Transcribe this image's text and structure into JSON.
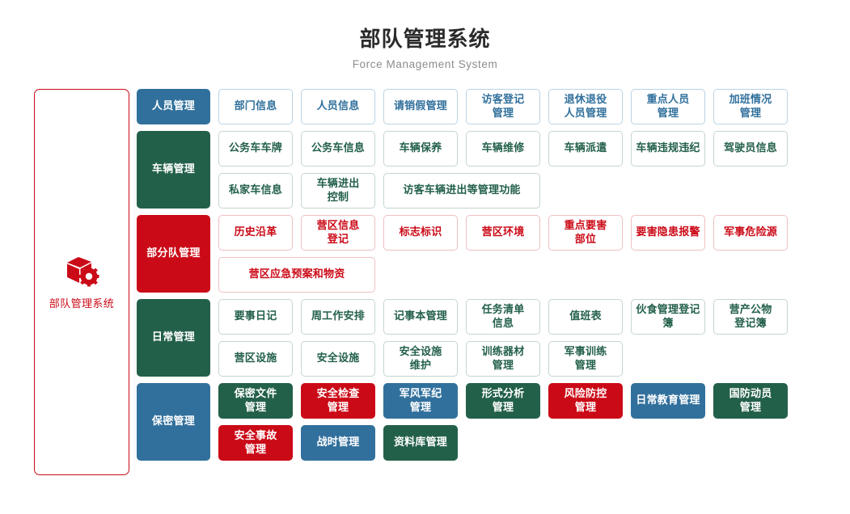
{
  "header": {
    "title": "部队管理系统",
    "subtitle": "Force Management System"
  },
  "sidebar": {
    "logo_icon": "box-gear-icon",
    "label": "部队管理系统",
    "accent_color": "#cb0a17"
  },
  "colors": {
    "blue": "#31709c",
    "green": "#23604a",
    "red": "#cb0a17",
    "blue_border": "#b9d3e4",
    "green_border": "#c3d6cf",
    "red_border": "#f0bfc3",
    "title": "#2b2b2b",
    "subtitle": "#8c8c8c"
  },
  "categories": [
    {
      "name": "人员管理",
      "style": "blue",
      "rows": [
        [
          {
            "label": "部门信息",
            "style": "out-blue",
            "wide": false
          },
          {
            "label": "人员信息",
            "style": "out-blue",
            "wide": false
          },
          {
            "label": "请销假管理",
            "style": "out-blue",
            "wide": false
          },
          {
            "label": "访客登记\n管理",
            "style": "out-blue",
            "wide": false
          },
          {
            "label": "退休退役\n人员管理",
            "style": "out-blue",
            "wide": false
          },
          {
            "label": "重点人员\n管理",
            "style": "out-blue",
            "wide": false
          },
          {
            "label": "加班情况\n管理",
            "style": "out-blue",
            "wide": false
          }
        ]
      ]
    },
    {
      "name": "车辆管理",
      "style": "green",
      "rows": [
        [
          {
            "label": "公务车车牌",
            "style": "out-green",
            "wide": false
          },
          {
            "label": "公务车信息",
            "style": "out-green",
            "wide": false
          },
          {
            "label": "车辆保养",
            "style": "out-green",
            "wide": false
          },
          {
            "label": "车辆维修",
            "style": "out-green",
            "wide": false
          },
          {
            "label": "车辆派遣",
            "style": "out-green",
            "wide": false
          },
          {
            "label": "车辆违规违纪",
            "style": "out-green",
            "wide": false
          },
          {
            "label": "驾驶员信息",
            "style": "out-green",
            "wide": false
          }
        ],
        [
          {
            "label": "私家车信息",
            "style": "out-green",
            "wide": false
          },
          {
            "label": "车辆进出\n控制",
            "style": "out-green",
            "wide": false
          },
          {
            "label": "访客车辆进出等管理功能",
            "style": "out-green",
            "wide": true
          }
        ]
      ]
    },
    {
      "name": "部分队管理",
      "style": "red",
      "rows": [
        [
          {
            "label": "历史沿革",
            "style": "out-red",
            "wide": false
          },
          {
            "label": "营区信息\n登记",
            "style": "out-red",
            "wide": false
          },
          {
            "label": "标志标识",
            "style": "out-red",
            "wide": false
          },
          {
            "label": "营区环境",
            "style": "out-red",
            "wide": false
          },
          {
            "label": "重点要害\n部位",
            "style": "out-red",
            "wide": false
          },
          {
            "label": "要害隐患报警",
            "style": "out-red",
            "wide": false
          },
          {
            "label": "军事危险源",
            "style": "out-red",
            "wide": false
          }
        ],
        [
          {
            "label": "营区应急预案和物资",
            "style": "out-red",
            "wide": true
          }
        ]
      ]
    },
    {
      "name": "日常管理",
      "style": "green",
      "rows": [
        [
          {
            "label": "要事日记",
            "style": "out-green",
            "wide": false
          },
          {
            "label": "周工作安排",
            "style": "out-green",
            "wide": false
          },
          {
            "label": "记事本管理",
            "style": "out-green",
            "wide": false
          },
          {
            "label": "任务清单\n信息",
            "style": "out-green",
            "wide": false
          },
          {
            "label": "值班表",
            "style": "out-green",
            "wide": false
          },
          {
            "label": "伙食管理登记簿",
            "style": "out-green",
            "wide": false
          },
          {
            "label": "营产公物\n登记簿",
            "style": "out-green",
            "wide": false
          }
        ],
        [
          {
            "label": "营区设施",
            "style": "out-green",
            "wide": false
          },
          {
            "label": "安全设施",
            "style": "out-green",
            "wide": false
          },
          {
            "label": "安全设施\n维护",
            "style": "out-green",
            "wide": false
          },
          {
            "label": "训练器材\n管理",
            "style": "out-green",
            "wide": false
          },
          {
            "label": "军事训练\n管理",
            "style": "out-green",
            "wide": false
          }
        ]
      ]
    },
    {
      "name": "保密管理",
      "style": "blue",
      "rows": [
        [
          {
            "label": "保密文件\n管理",
            "style": "fill-green",
            "wide": false
          },
          {
            "label": "安全检查\n管理",
            "style": "fill-red",
            "wide": false
          },
          {
            "label": "军风军纪\n管理",
            "style": "fill-blue",
            "wide": false
          },
          {
            "label": "形式分析\n管理",
            "style": "fill-green",
            "wide": false
          },
          {
            "label": "风险防控\n管理",
            "style": "fill-red",
            "wide": false
          },
          {
            "label": "日常教育管理",
            "style": "fill-blue",
            "wide": false
          },
          {
            "label": "国防动员\n管理",
            "style": "fill-green",
            "wide": false
          }
        ],
        [
          {
            "label": "安全事故\n管理",
            "style": "fill-red",
            "wide": false
          },
          {
            "label": "战时管理",
            "style": "fill-blue",
            "wide": false
          },
          {
            "label": "资料库管理",
            "style": "fill-green",
            "wide": false
          }
        ]
      ]
    }
  ]
}
